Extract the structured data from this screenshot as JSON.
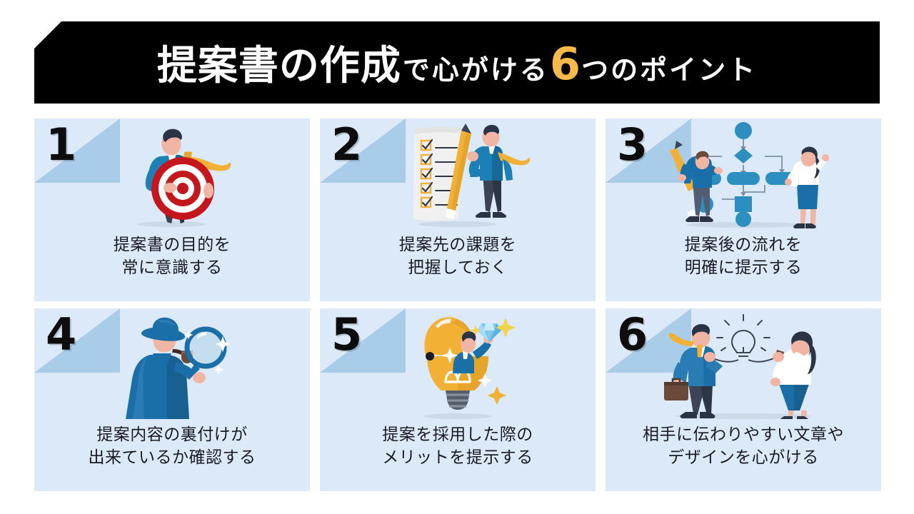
{
  "title": {
    "segment_main": "提案書の作成",
    "segment_mid": "で心がける",
    "segment_number": "6",
    "segment_tail": "つのポイント",
    "full_text": "提案書の作成で心がける6つのポイント",
    "banner_color": "#000000",
    "number_color": "#f7b94a",
    "text_color": "#ffffff"
  },
  "theme": {
    "card_bg": "#dbe9f8",
    "corner_bg": "#a9cde9",
    "caption_color": "#1b1b24",
    "accent_blue": "#1c7fb5",
    "accent_navy": "#1b4f72",
    "accent_red": "#c4161c",
    "accent_yellow": "#f2b134",
    "page_bg": "#ffffff"
  },
  "cards": [
    {
      "number": "1",
      "icon": "person-holding-target-icon",
      "caption_line1": "提案書の目的を",
      "caption_line2": "常に意識する"
    },
    {
      "number": "2",
      "icon": "checklist-with-pencil-icon",
      "caption_line1": "提案先の課題を",
      "caption_line2": "把握しておく"
    },
    {
      "number": "3",
      "icon": "flowchart-with-people-icon",
      "caption_line1": "提案後の流れを",
      "caption_line2": "明確に提示する"
    },
    {
      "number": "4",
      "icon": "detective-with-magnifier-icon",
      "caption_line1": "提案内容の裏付けが",
      "caption_line2": "出来ているか確認する"
    },
    {
      "number": "5",
      "icon": "lightbulb-with-diamond-icon",
      "caption_line1": "提案を採用した際の",
      "caption_line2": "メリットを提示する"
    },
    {
      "number": "6",
      "icon": "two-people-string-phone-icon",
      "caption_line1": "相手に伝わりやすい文章や",
      "caption_line2": "デザインを心がける"
    }
  ]
}
